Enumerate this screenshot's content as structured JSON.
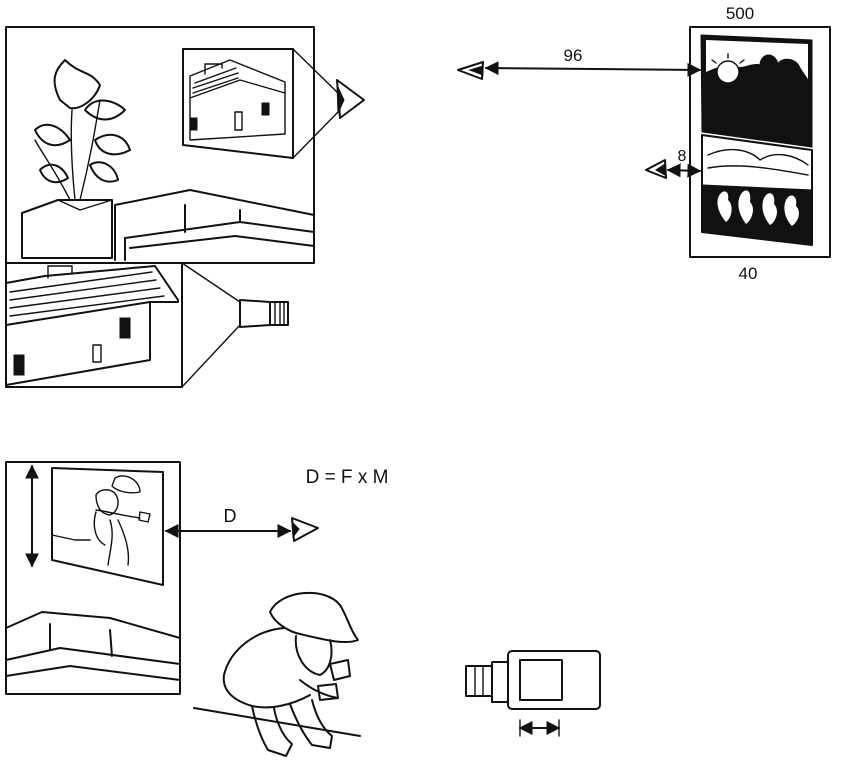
{
  "labels": {
    "distance_far": "96",
    "height_top": "500",
    "width_bottom": "40",
    "distance_near": "8",
    "formula": "D = F x M",
    "distance_symbol": "D"
  }
}
